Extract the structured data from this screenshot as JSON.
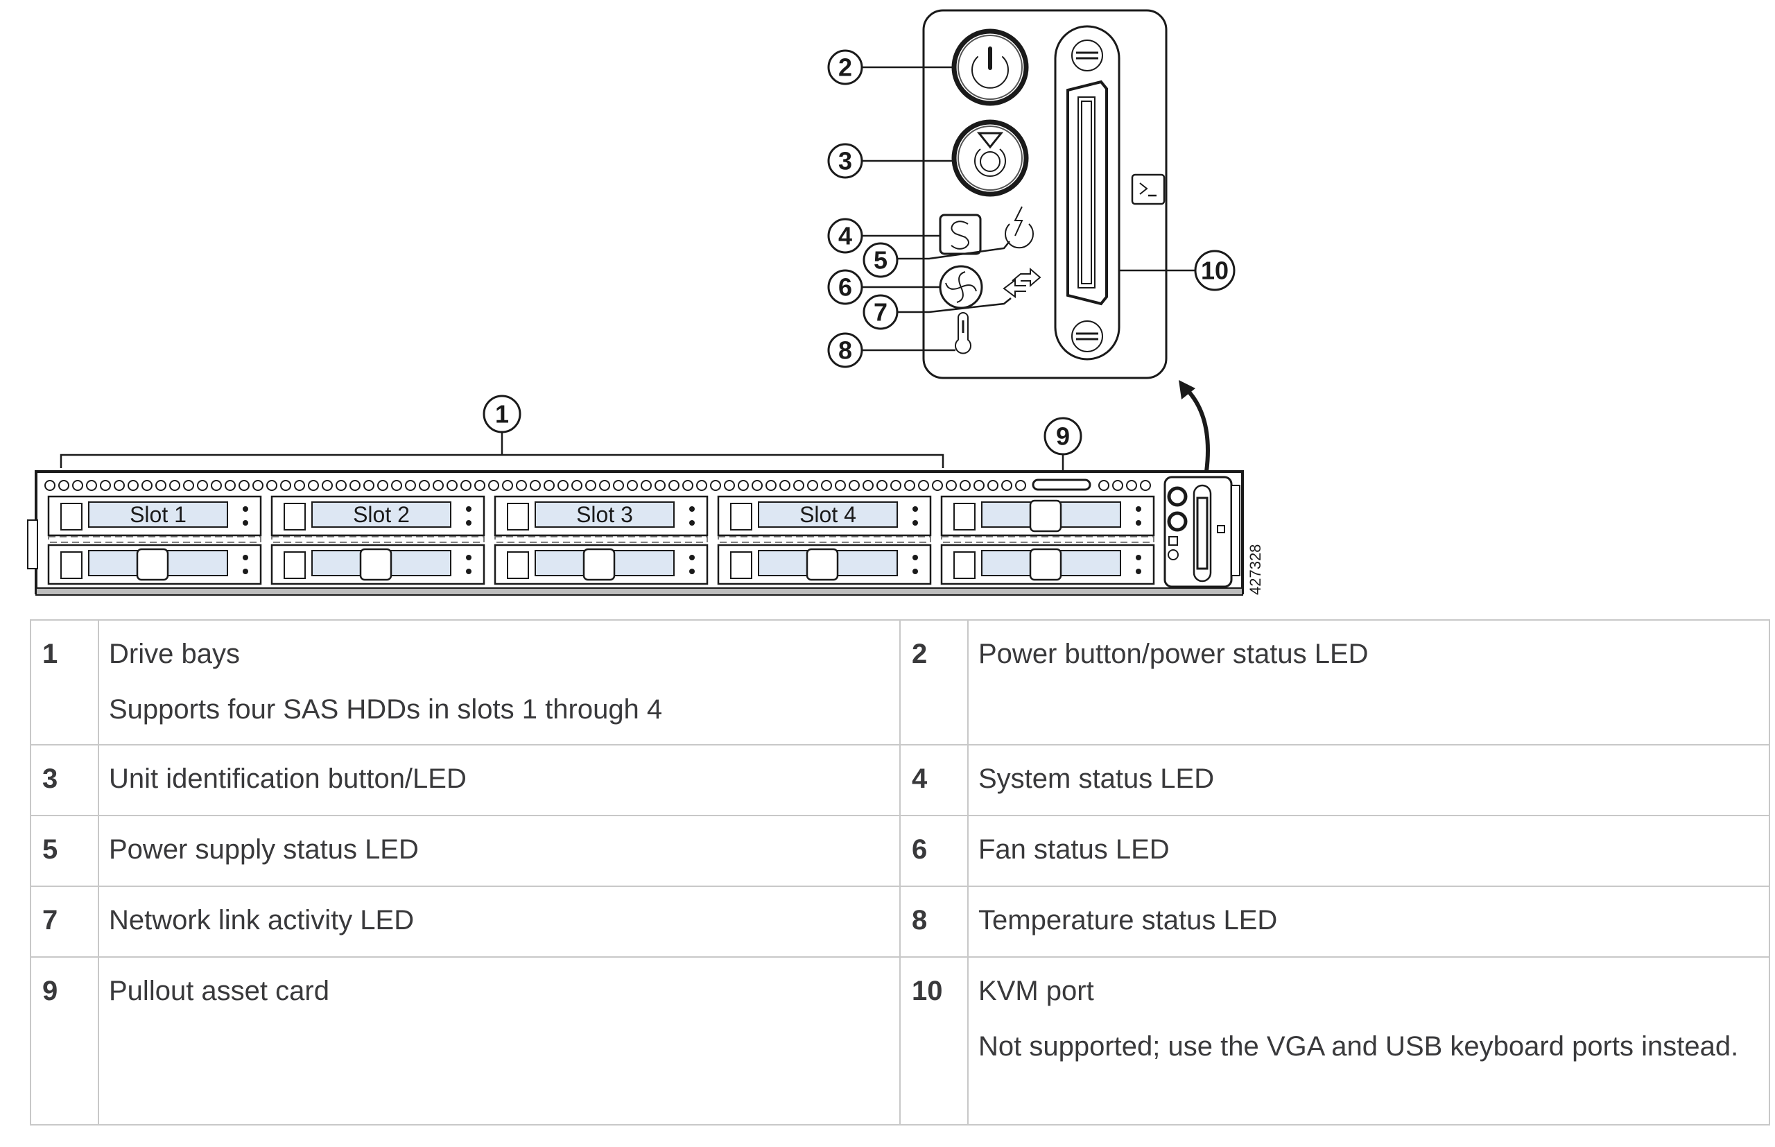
{
  "figure": {
    "figure_id": "427328",
    "callouts": [
      "1",
      "2",
      "3",
      "4",
      "5",
      "6",
      "7",
      "8",
      "9",
      "10"
    ],
    "drive_slots": [
      "Slot 1",
      "Slot 2",
      "Slot 3",
      "Slot 4"
    ],
    "icons": {
      "power": "power-icon",
      "unit_id": "unit-identification-icon",
      "system_status": "system-status-s-icon",
      "power_supply": "power-supply-lightning-icon",
      "fan": "fan-icon",
      "network": "network-link-arrows-icon",
      "temperature": "thermometer-icon",
      "kvm_label": "console-prompt-icon",
      "kvm_port": "kvm-connector-icon"
    }
  },
  "legend": {
    "rows": [
      {
        "left": {
          "num": "1",
          "title": "Drive bays",
          "note": "Supports four SAS HDDs in slots 1 through 4"
        },
        "right": {
          "num": "2",
          "title": "Power button/power status LED",
          "note": ""
        }
      },
      {
        "left": {
          "num": "3",
          "title": "Unit identification button/LED",
          "note": ""
        },
        "right": {
          "num": "4",
          "title": "System status LED",
          "note": ""
        }
      },
      {
        "left": {
          "num": "5",
          "title": "Power supply status LED",
          "note": ""
        },
        "right": {
          "num": "6",
          "title": "Fan status LED",
          "note": ""
        }
      },
      {
        "left": {
          "num": "7",
          "title": "Network link activity LED",
          "note": ""
        },
        "right": {
          "num": "8",
          "title": "Temperature status LED",
          "note": ""
        }
      },
      {
        "left": {
          "num": "9",
          "title": "Pullout asset card",
          "note": ""
        },
        "right": {
          "num": "10",
          "title": "KVM port",
          "note": "Not supported; use the VGA and USB keyboard ports instead."
        }
      }
    ]
  }
}
